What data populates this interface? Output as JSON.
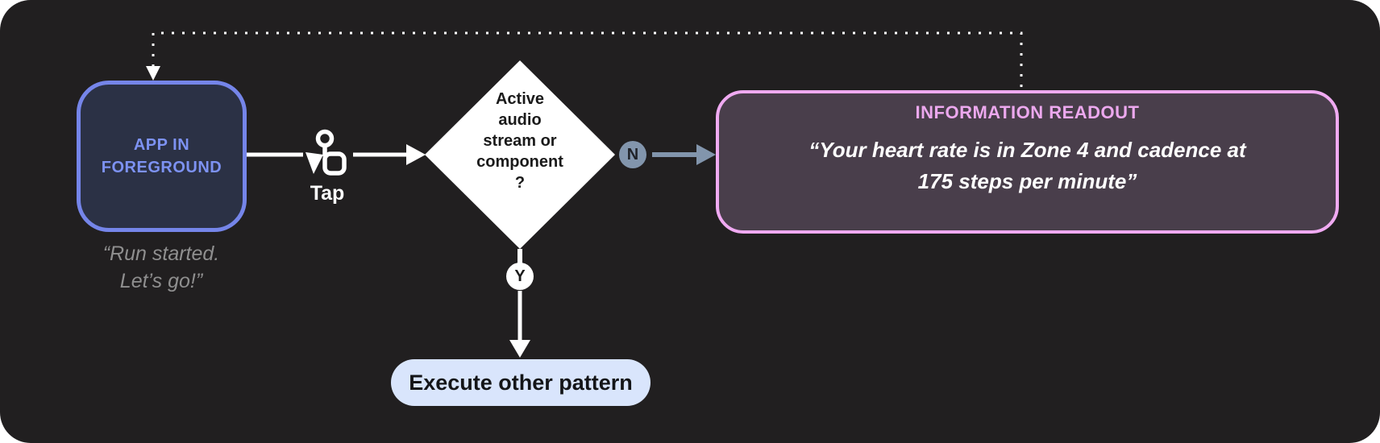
{
  "colors": {
    "canvas_bg": "#211F20",
    "page_bg": "#FFFFFF",
    "line_white": "#FFFFFF",
    "app_box_border": "#7585E9",
    "app_box_fill": "#2B3145",
    "app_box_text": "#7D92F2",
    "caption_text": "#8F8F8F",
    "no_accent": "#8295AC",
    "readout_border": "#F0AAF2",
    "readout_fill": "#493E4B",
    "readout_title": "#ECA8EE",
    "pill_fill": "#D9E5FC",
    "pill_text": "#141518"
  },
  "diagram": {
    "app_box": {
      "label": "APP IN FOREGROUND",
      "caption": "“Run started.\nLet’s go!”"
    },
    "tap": {
      "label": "Tap"
    },
    "decision": {
      "question": "Active\naudio\nstream or\ncomponent\n?",
      "no_label": "N",
      "yes_label": "Y"
    },
    "yes_action": {
      "label": "Execute other pattern"
    },
    "readout": {
      "title": "INFORMATION READOUT",
      "quote": "“Your heart rate is in Zone 4 and cadence at\n175 steps per minute”"
    }
  }
}
